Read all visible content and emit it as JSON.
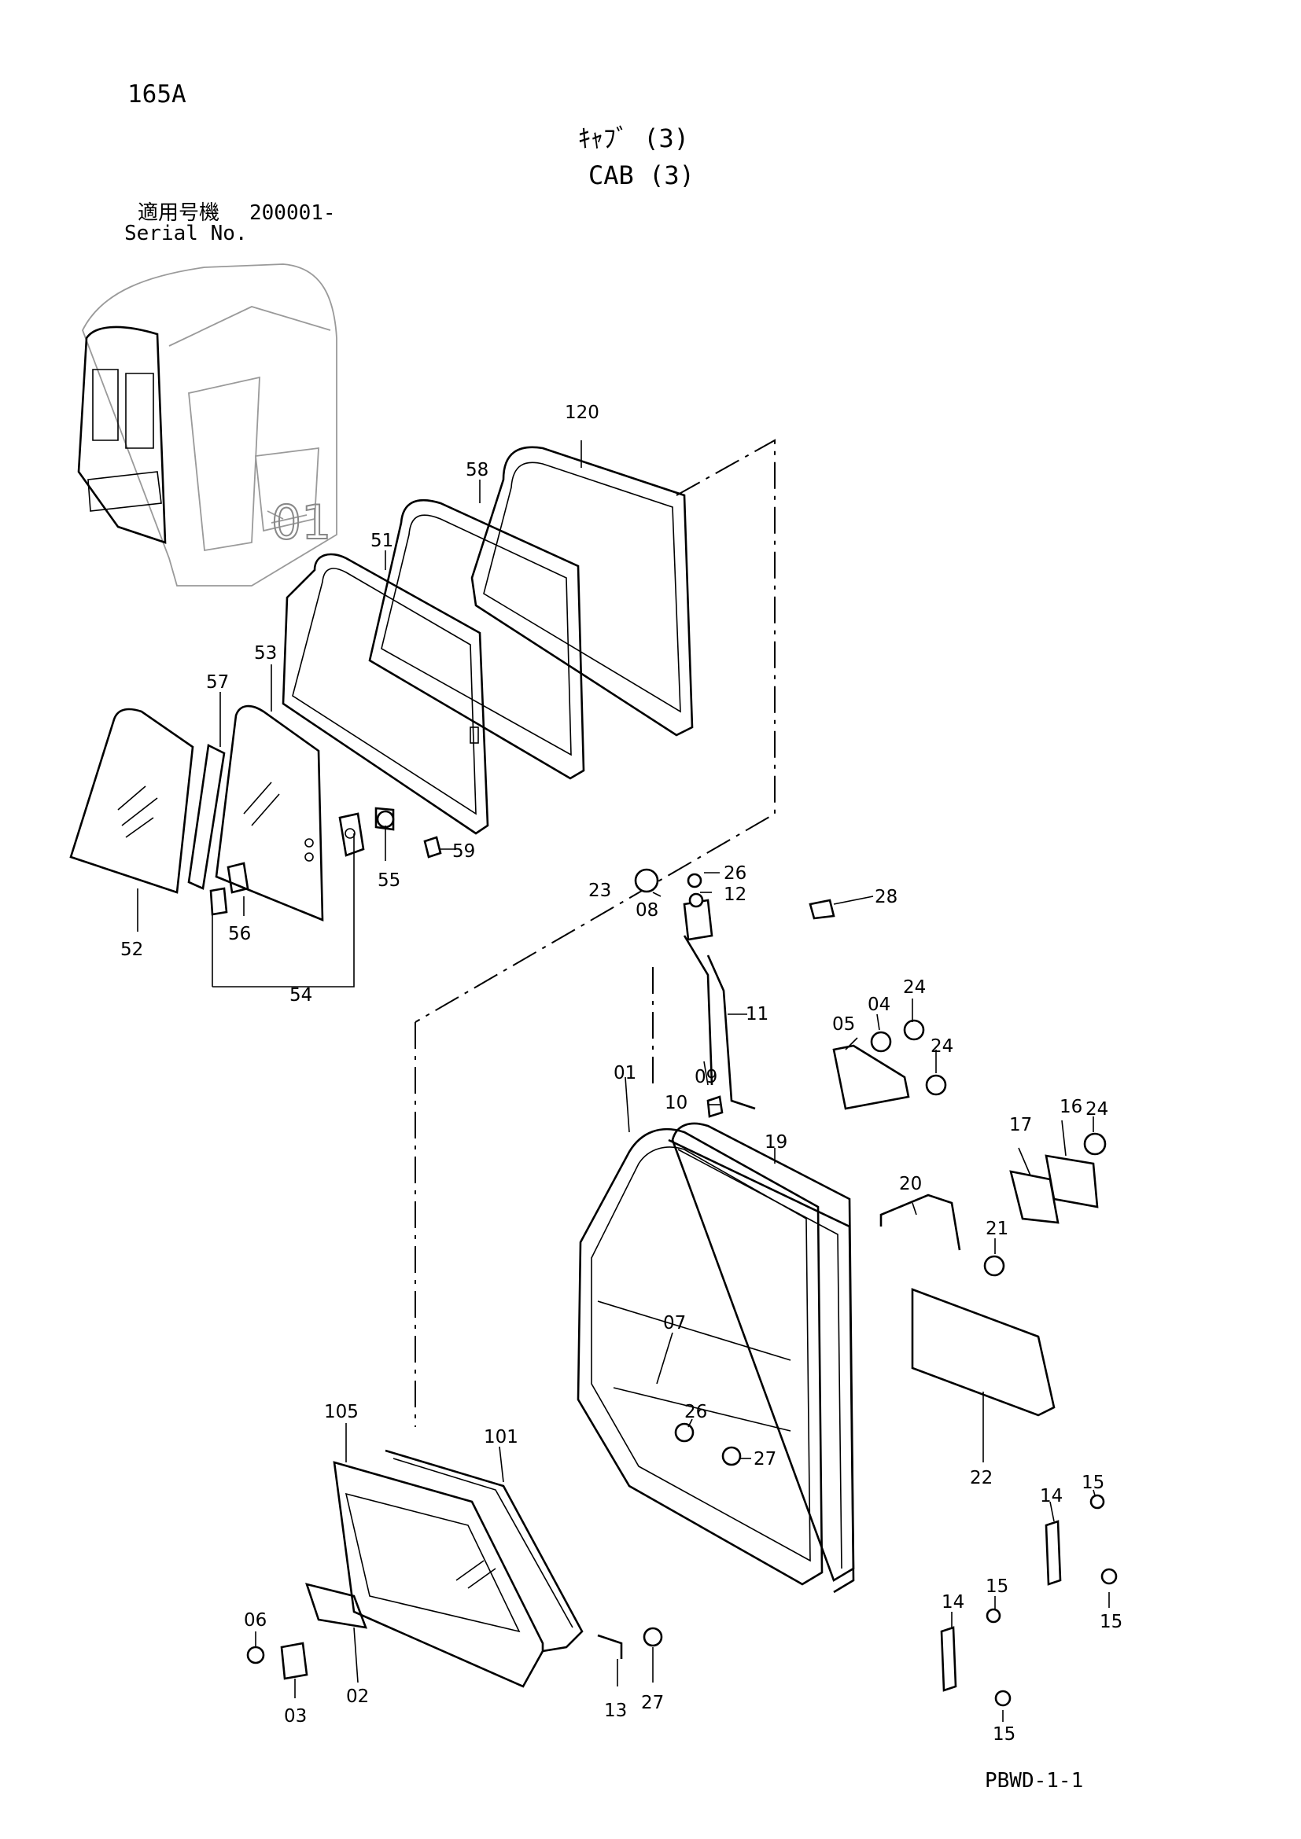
{
  "header": {
    "page_number": "165A",
    "title_jp": "ｷｬﾌﾞ (3)",
    "title_en": "CAB (3)",
    "serial_label_jp": "適用号機",
    "serial_label_en": "Serial No.",
    "serial_number": "200001-"
  },
  "footer": {
    "code": "PBWD-1-1"
  },
  "diagram": {
    "inset_label": "01",
    "callouts": [
      "120",
      "58",
      "51",
      "57",
      "53",
      "52",
      "56",
      "54",
      "55",
      "59",
      "26",
      "12",
      "23",
      "08",
      "28",
      "11",
      "09",
      "10",
      "05",
      "04",
      "24",
      "24",
      "24",
      "01",
      "19",
      "17",
      "16",
      "20",
      "21",
      "07",
      "26",
      "27",
      "22",
      "105",
      "101",
      "14",
      "15",
      "15",
      "14",
      "15",
      "15",
      "06",
      "02",
      "03",
      "13",
      "27"
    ]
  }
}
